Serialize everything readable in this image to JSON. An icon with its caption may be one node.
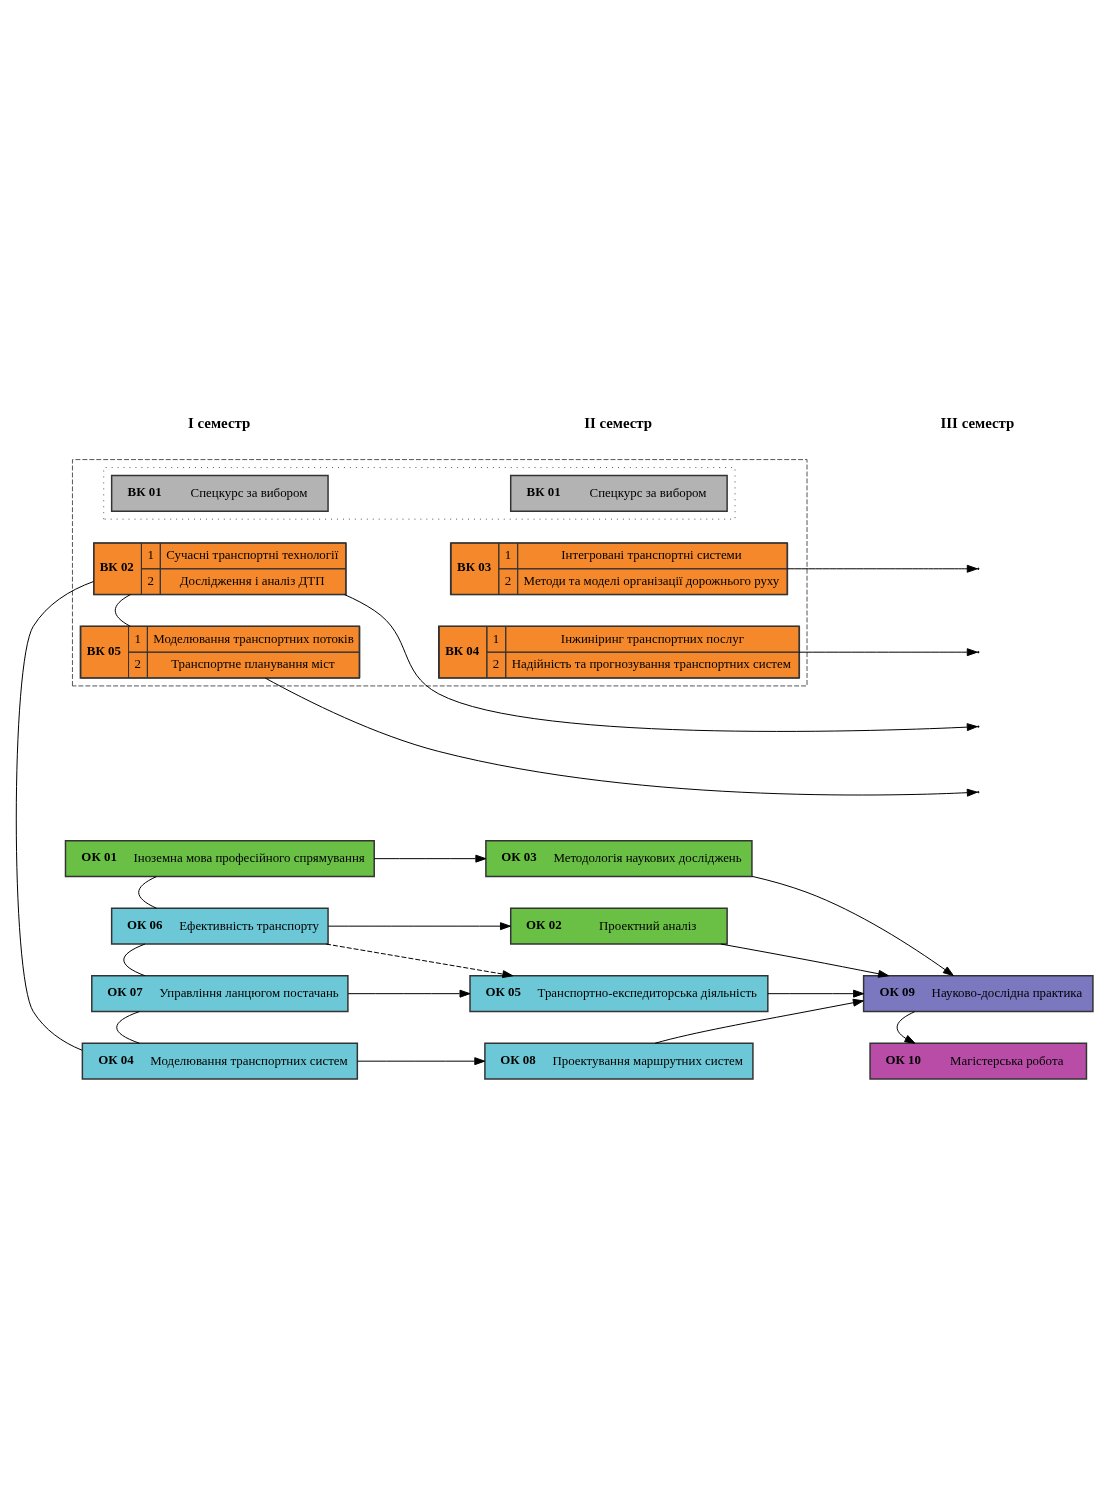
{
  "diagram": {
    "nodes": [
      {
        "text": [
          "ОК 01",
          "Іноземна мова професійного спрямування"
        ]
      },
      {
        "text": [
          "ОК 03",
          "Методологія наукових досліджень"
        ]
      },
      {
        "text": [
          "ОК 06",
          "Ефективність транспорту"
        ]
      },
      {
        "text": [
          "ОК 02",
          "Проектний аналіз"
        ]
      },
      {
        "text": [
          "ОК 07",
          "Управління ланцюгом постачань"
        ]
      },
      {
        "text": [
          "ОК 05",
          "Транспортно-експедиторська діяльність"
        ]
      },
      {
        "text": [
          "ОК 09",
          "Науково-дослідна практика"
        ]
      },
      {
        "text": [
          "ОК 04",
          "Моделювання транспортних систем"
        ]
      },
      {
        "text": [
          "ОК 08",
          "Проектування маршрутних систем"
        ]
      },
      {
        "text": [
          "ОК 10",
          "Магістерська робота"
        ]
      },
      {
        "text": [],
        "shape": "box"
      },
      {
        "text": [],
        "shape": "box",
        "in": 10
      },
      {
        "text": [
          "ВК 01",
          "Спецкурс за вибором"
        ],
        "in": 11
      },
      {
        "text": [
          "ВК 01",
          "Спецкурс за вибором"
        ],
        "in": 11
      },
      {
        "text": [
          "ВК 02",
          "1",
          "Сучасні транспортні технології",
          "2",
          "Дослідження і аналіз ДТП"
        ],
        "in": 10
      },
      {
        "text": [
          "ВК 03",
          "1",
          "Інтегровані транспортні системи",
          "2",
          "Методи та моделі організації дорожнього руху"
        ],
        "in": 10
      },
      {
        "text": [
          "ВК 04",
          "1",
          "Інжиніринг транспортних послуг",
          "2",
          "Надійність та прогнозування транспортних систем"
        ],
        "in": 10
      },
      {
        "text": [
          "ВК 05",
          "1",
          "Моделювання транспортних потоків",
          "2",
          "Транспортне планування міст"
        ],
        "in": 10
      }
    ],
    "edges": [
      {
        "from": 0,
        "to": 1,
        "arrow": "to"
      },
      {
        "from": 2,
        "to": 3,
        "arrow": "to"
      },
      {
        "from": 4,
        "to": 5,
        "arrow": "to"
      },
      {
        "from": 7,
        "to": 8,
        "arrow": "to"
      },
      {
        "from": 2,
        "to": 5,
        "arrow": "to",
        "style": "dashed"
      },
      {
        "from": 1,
        "to": 6,
        "arrow": "to"
      },
      {
        "from": 3,
        "to": 6,
        "arrow": "to"
      },
      {
        "from": 5,
        "to": 6,
        "arrow": "to"
      },
      {
        "from": 8,
        "to": 6,
        "arrow": "to"
      },
      {
        "from": 6,
        "to": 9,
        "arrow": "to"
      },
      {
        "from": 0,
        "to": 2,
        "arrow": "none"
      },
      {
        "from": 2,
        "to": 4,
        "arrow": "none"
      },
      {
        "from": 4,
        "to": 7,
        "arrow": "none"
      },
      {
        "from": 7,
        "to": 14,
        "arrow": "none"
      },
      {
        "from": 14,
        "to": 17,
        "arrow": "none"
      },
      {
        "from": 14,
        "to": null,
        "arrow": "to"
      },
      {
        "from": 15,
        "to": null,
        "arrow": "to"
      },
      {
        "from": 16,
        "to": null,
        "arrow": "to"
      },
      {
        "from": 17,
        "to": null,
        "arrow": "to"
      }
    ],
    "labels": [
      "І семестр",
      "ІІ семестр",
      "ІІІ семестр"
    ]
  }
}
